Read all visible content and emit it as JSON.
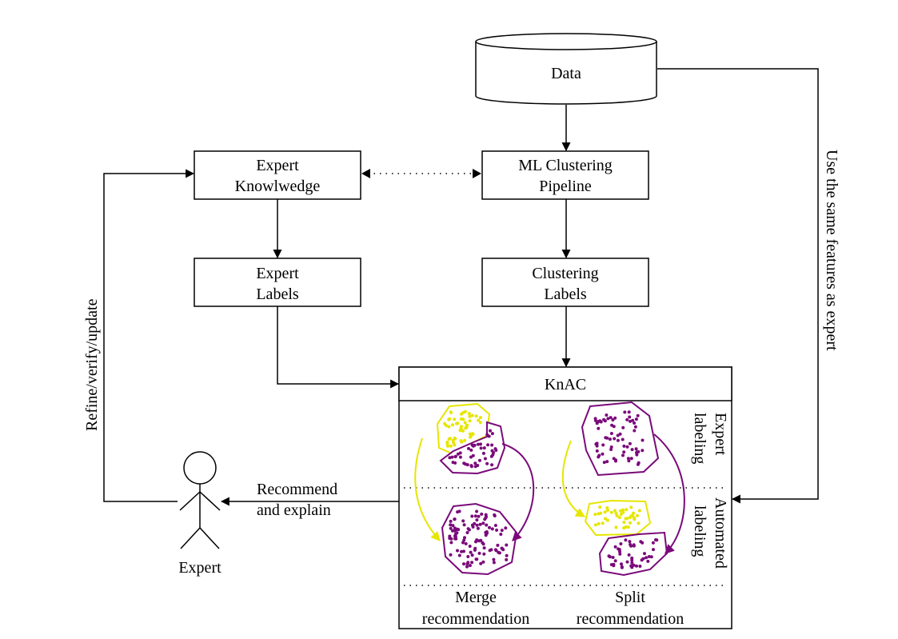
{
  "nodes": {
    "data": "Data",
    "expert_knowledge": [
      "Expert",
      "Knowlwedge"
    ],
    "ml_pipeline": [
      "ML Clustering",
      "Pipeline"
    ],
    "expert_labels": [
      "Expert",
      "Labels"
    ],
    "clustering_labels": [
      "Clustering",
      "Labels"
    ],
    "knac": "KnAC"
  },
  "edges": {
    "refine": "Refine/verify/update",
    "same_features": "Use the same features as expert",
    "recommend": [
      "Recommend",
      "and explain"
    ]
  },
  "actor": {
    "label": "Expert"
  },
  "panel": {
    "expert_labeling": [
      "Expert",
      "labeling"
    ],
    "automated_labeling": [
      "Automated",
      "labeling"
    ],
    "merge": [
      "Merge",
      "recommendation"
    ],
    "split": [
      "Split",
      "recommendation"
    ]
  },
  "colors": {
    "yellow": "#e6e600",
    "purple": "#7a0a7a"
  }
}
